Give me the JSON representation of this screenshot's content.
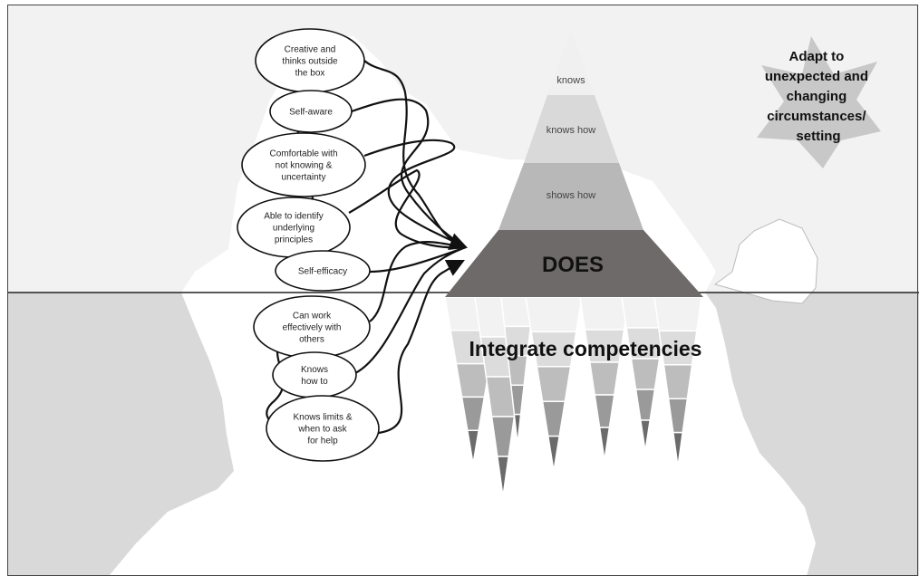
{
  "pyramid": {
    "levels": [
      "knows",
      "knows how",
      "shows how",
      "DOES"
    ],
    "colors": [
      "#f0f0f0",
      "#d9d9d9",
      "#b8b8b8",
      "#6f6a6a"
    ]
  },
  "attributes": [
    {
      "lines": [
        "Creative and",
        "thinks outside",
        "the box"
      ]
    },
    {
      "lines": [
        "Self-aware"
      ]
    },
    {
      "lines": [
        "Comfortable with",
        "not knowing &",
        "uncertainty"
      ]
    },
    {
      "lines": [
        "Able to identify",
        "underlying",
        "principles"
      ]
    },
    {
      "lines": [
        "Self-efficacy"
      ]
    },
    {
      "lines": [
        "Can work",
        "effectively with",
        "others"
      ]
    },
    {
      "lines": [
        "Knows",
        "how to"
      ]
    },
    {
      "lines": [
        "Knows limits &",
        "when to ask",
        "for help"
      ]
    }
  ],
  "integrate_label": "Integrate competencies",
  "star_label_lines": [
    "Adapt to",
    "unexpected and",
    "changing",
    "circumstances/",
    "setting"
  ],
  "colors": {
    "sky": "#f2f2f2",
    "water": "#d9d9d9",
    "iceberg": "#ffffff",
    "does": "#6f6a6a",
    "star": "#c8c8c8"
  }
}
